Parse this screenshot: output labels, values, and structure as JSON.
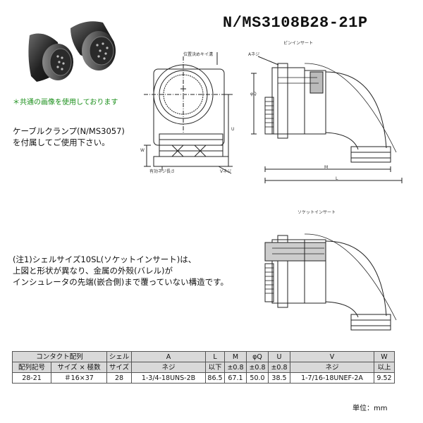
{
  "title": "N/MS3108B28-21P",
  "photo": {
    "caption": "＊共通の画像を使用しております"
  },
  "note_clamp": {
    "line1": "ケーブルクランプ(N/MS3057)",
    "line2": "を付属してご使用下さい。"
  },
  "drawing_top": {
    "section_label": "ピンインサート",
    "labels": {
      "position_mark": "位置決めキイ溝",
      "a_thread": "Aネジ",
      "phi_q": "φQ",
      "u": "U",
      "w": "W",
      "effective_thread": "有効ネジ長さ",
      "v_thread": "Vネジ",
      "m": "M",
      "l": "L"
    }
  },
  "drawing_bottom": {
    "section_label": "ソケットインサート"
  },
  "note_shell": {
    "line1": "(注1)シェルサイズ10SL(ソケットインサート)は、",
    "line2": "上図と形状が異なり、金属の外殻(バレル)が",
    "line3": "インシュレータの先端(嵌合側)まで覆っていない構造です。"
  },
  "table": {
    "header": {
      "contact": "コンタクト配列",
      "code": "配列記号",
      "size_count": "サイズ × 極数",
      "shell_1": "シェル",
      "shell_2": "サイズ",
      "a_1": "A",
      "a_2": "ネジ",
      "l_1": "L",
      "l_2": "以下",
      "m_1": "M",
      "m_2": "±0.8",
      "q_1": "φQ",
      "q_2": "±0.8",
      "u_1": "U",
      "u_2": "±0.8",
      "v_1": "V",
      "v_2": "ネジ",
      "w_1": "W",
      "w_2": "以上"
    },
    "row": {
      "code": "28-21",
      "size_count": "＃16×37",
      "shell": "28",
      "a": "1-3/4-18UNS-2B",
      "l": "86.5",
      "m": "67.1",
      "q": "50.0",
      "u": "38.5",
      "v": "1-7/16-18UNEF-2A",
      "w": "9.52"
    }
  },
  "unit": "単位：mm",
  "colors": {
    "caption": "#1a8f1a",
    "header_bg": "#d9d9d9"
  }
}
